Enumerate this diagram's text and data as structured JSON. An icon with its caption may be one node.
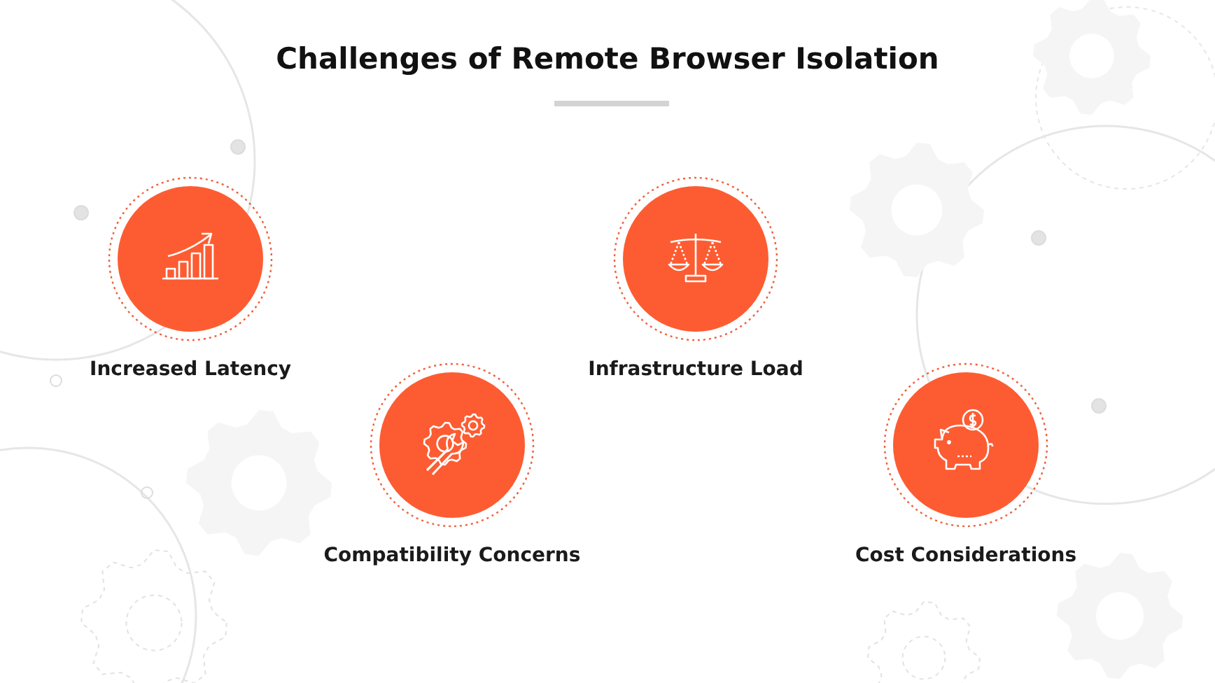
{
  "diagram": {
    "title": "Challenges of Remote Browser Isolation",
    "nodes": [
      {
        "text": [
          "Increased Latency"
        ]
      },
      {
        "text": [
          "Infrastructure Load"
        ]
      },
      {
        "text": [
          "Compatibility Concerns"
        ]
      },
      {
        "text": [
          "Cost Considerations"
        ]
      }
    ]
  }
}
